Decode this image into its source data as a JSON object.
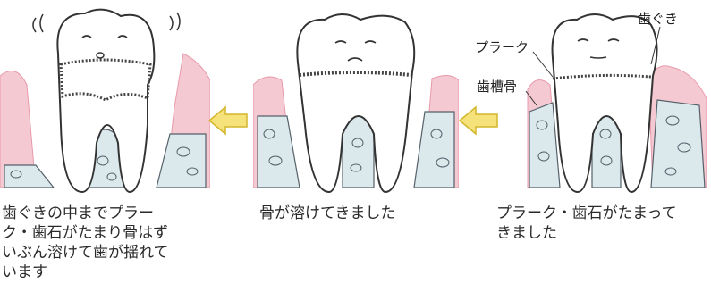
{
  "panels": [
    {
      "id": "advanced",
      "caption": "歯ぐきの中までプラー\nク・歯石がたまり骨はず\nいぶん溶けて歯が揺れて\nいます"
    },
    {
      "id": "moderate",
      "caption": "骨が溶けてきました"
    },
    {
      "id": "early",
      "caption": "プラーク・歯石がたまって\nきました"
    }
  ],
  "labels": {
    "gum": "歯ぐき",
    "plaque": "プラーク",
    "alveolar_bone": "歯槽骨"
  },
  "colors": {
    "gum": "#f4c9d2",
    "gum_edge": "#e89aab",
    "bone": "#dbe8ec",
    "bone_outline": "#55606a",
    "tooth_outline": "#333333",
    "tartar": "#444444",
    "arrow_fill": "#f5e27a",
    "arrow_stroke": "#d4b62c"
  }
}
